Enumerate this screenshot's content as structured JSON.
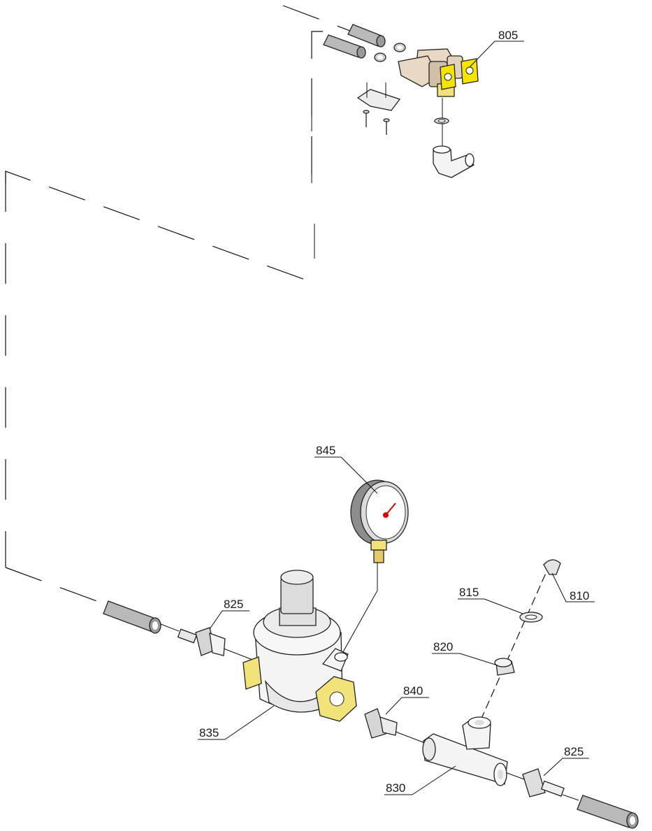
{
  "callouts": {
    "c805": "805",
    "c810": "810",
    "c815": "815",
    "c820": "820",
    "c825a": "825",
    "c825b": "825",
    "c830": "830",
    "c835": "835",
    "c840": "840",
    "c845": "845"
  },
  "colors": {
    "brass": "#f2e27a",
    "valve_yellow": "#f5e400",
    "gray_pipe": "#b9b9b9",
    "body_light": "#f4f4f4",
    "gauge_needle": "#e00000"
  }
}
